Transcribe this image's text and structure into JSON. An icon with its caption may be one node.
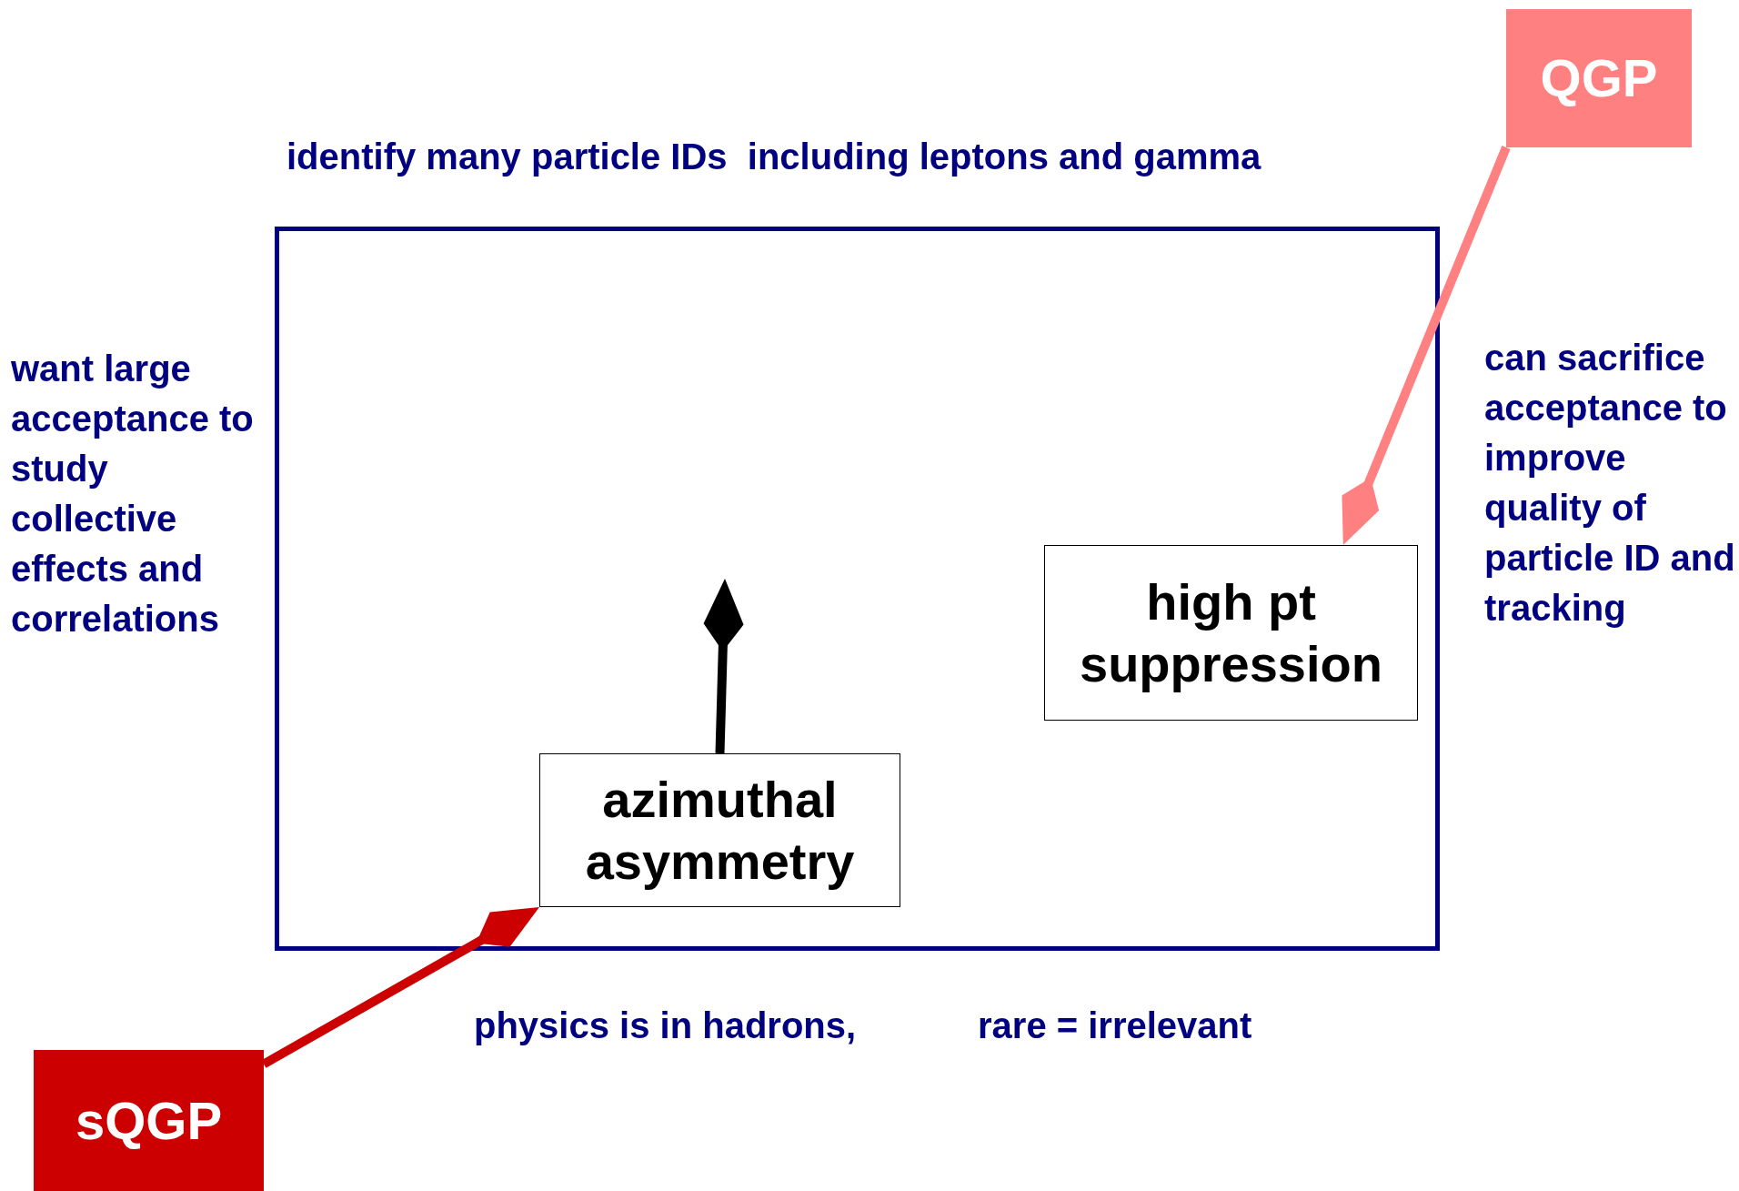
{
  "diagram": {
    "nodes": [
      {
        "text": [
          "QGP"
        ]
      },
      {
        "text": [],
        "shape": "box"
      },
      {
        "text": [
          "high pt suppression"
        ],
        "in": 1
      },
      {
        "text": [
          "azimuthal asymmetry"
        ],
        "in": 1
      },
      {
        "text": [
          "sQGP"
        ]
      }
    ],
    "edges": [
      {
        "from": 0,
        "to": 2,
        "arrow": "to",
        "color": "#ff8080"
      },
      {
        "from": 4,
        "to": 3,
        "arrow": "to",
        "color": "#cc0000"
      },
      {
        "from": 3,
        "to": null,
        "arrow": "to",
        "color": "#000000"
      }
    ],
    "labels": [
      "identify many particle IDs  including leptons and gamma",
      "want large acceptance to study collective effects and correlations",
      "can sacrifice acceptance to improve quality of particle ID and tracking",
      "physics is in hadrons,",
      "rare = irrelevant"
    ]
  }
}
